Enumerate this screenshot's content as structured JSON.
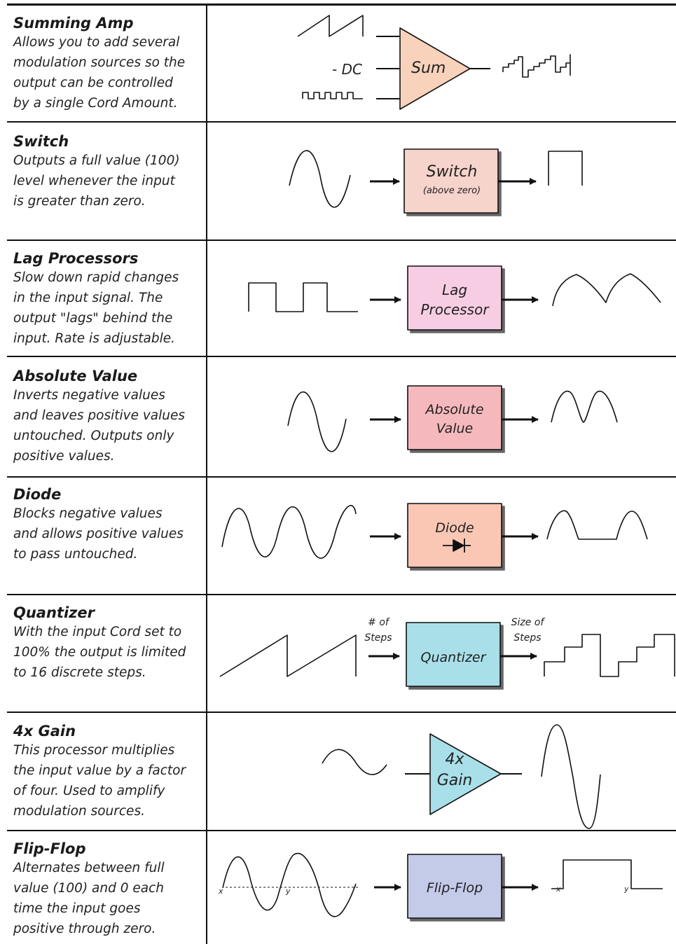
{
  "sections": [
    {
      "title": "Summing Amp",
      "lines": [
        "Allows you to add several",
        "modulation sources so the",
        "output can be controlled",
        "by a single Cord Amount."
      ],
      "block_label": "Sum",
      "dc_label": "- DC",
      "block_color": "#f9d2bb"
    },
    {
      "title": "Switch",
      "lines": [
        "Outputs a full value (100)",
        "level whenever the input",
        "is greater than zero."
      ],
      "block_label": "Switch",
      "block_sublabel": "(above zero)",
      "block_color": "#f6d3cb"
    },
    {
      "title": "Lag Processors",
      "lines": [
        "Slow down rapid changes",
        "in the input signal. The",
        "output \"lags\" behind the",
        "input. Rate is adjustable."
      ],
      "block_label_1": "Lag",
      "block_label_2": "Processor",
      "block_color": "#f7cde4"
    },
    {
      "title": "Absolute Value",
      "lines": [
        "Inverts negative values",
        "and leaves positive values",
        "untouched. Outputs only",
        "positive values."
      ],
      "block_label_1": "Absolute",
      "block_label_2": "Value",
      "block_color": "#f5b9bd"
    },
    {
      "title": "Diode",
      "lines": [
        "Blocks negative values",
        "and allows positive values",
        "to pass untouched."
      ],
      "block_label": "Diode",
      "block_color": "#f9c7b4"
    },
    {
      "title": "Quantizer",
      "lines": [
        "With the input Cord set to",
        "100% the output is limited",
        "to 16 discrete steps."
      ],
      "block_label": "Quantizer",
      "input_label_1": "# of",
      "input_label_2": "Steps",
      "output_label_1": "Size of",
      "output_label_2": "Steps",
      "block_color": "#a9dfe9"
    },
    {
      "title": "4x Gain",
      "lines": [
        "This processor multiplies",
        "the input value by a factor",
        "of four. Used to amplify",
        "modulation sources."
      ],
      "block_label_1": "4x",
      "block_label_2": "Gain",
      "block_color": "#a9dfe9"
    },
    {
      "title": "Flip-Flop",
      "lines": [
        "Alternates between full",
        "value (100) and 0 each",
        "time the input goes",
        "positive through zero."
      ],
      "block_label": "Flip-Flop",
      "marker_x": "x",
      "marker_y": "y",
      "out_marker_x": "x",
      "out_marker_y": "y",
      "block_color": "#c4cbe9"
    }
  ]
}
